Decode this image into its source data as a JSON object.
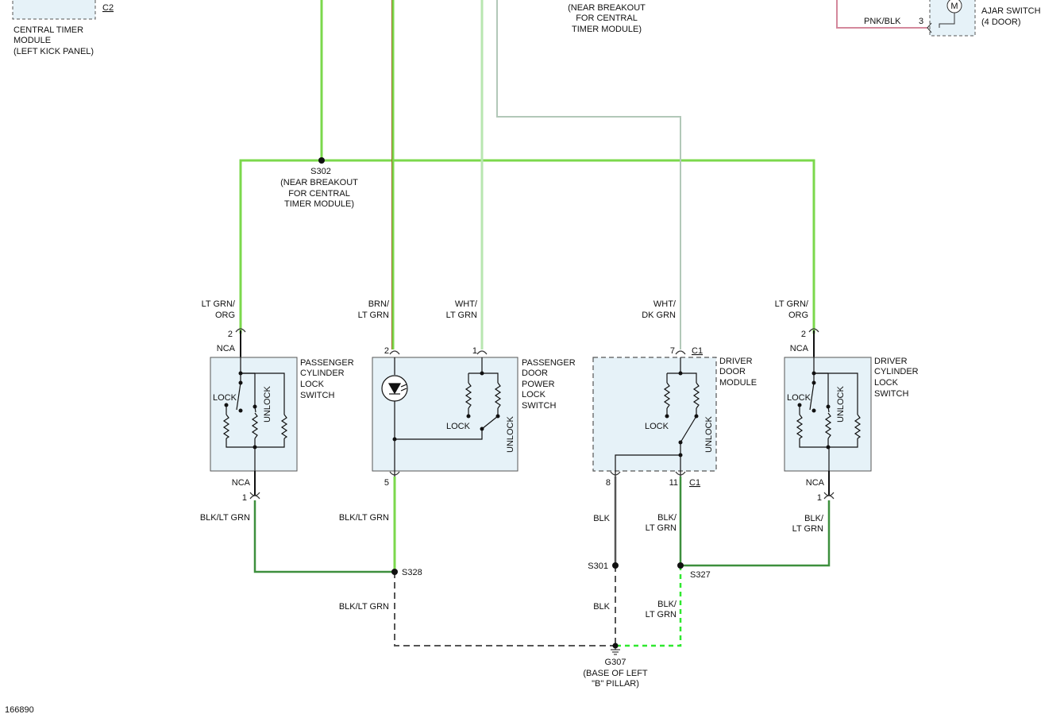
{
  "diagram_id": "166890",
  "colors": {
    "wire_green": "#7bd84c",
    "wire_pale_green": "#b8e6b0",
    "wire_gray": "#9ab0a0",
    "wire_brown": "#9a6b22",
    "wire_dark_green": "#3d8f3d",
    "wire_black": "#555555",
    "wire_pink": "#d4889c",
    "wire_bright_green_dashed": "#2fe82f",
    "component_fill": "#e6f2f8"
  },
  "top": {
    "ctm_connector": "C2",
    "ctm_label": [
      "CENTRAL TIMER",
      "MODULE",
      "(LEFT KICK PANEL)"
    ],
    "splice_top_note": [
      "(NEAR BREAKOUT",
      "FOR CENTRAL",
      "TIMER MODULE)"
    ],
    "ajar_wire": "PNK/BLK",
    "ajar_pin": "3",
    "ajar_label": [
      "AJAR SWITCH",
      "(4 DOOR)"
    ],
    "motor_symbol": "M"
  },
  "splices": {
    "s302": {
      "id": "S302",
      "note": [
        "(NEAR BREAKOUT",
        "FOR CENTRAL",
        "TIMER MODULE)"
      ]
    },
    "s328": "S328",
    "s301": "S301",
    "s327": "S327"
  },
  "ground": {
    "id": "G307",
    "note": [
      "(BASE OF LEFT",
      "\"B\" PILLAR)"
    ]
  },
  "passenger_cylinder": {
    "label": [
      "PASSENGER",
      "CYLINDER",
      "LOCK",
      "SWITCH"
    ],
    "wire_in": [
      "LT GRN/",
      "ORG"
    ],
    "pin_in": "2",
    "nca_in": "NCA",
    "lock": "LOCK",
    "unlock": "UNLOCK",
    "nca_out": "NCA",
    "pin_out": "1",
    "wire_out": "BLK/LT GRN"
  },
  "passenger_door": {
    "label": [
      "PASSENGER",
      "DOOR",
      "POWER",
      "LOCK",
      "SWITCH"
    ],
    "wire_a": [
      "BRN/",
      "LT GRN"
    ],
    "pin_a": "2",
    "wire_b": [
      "WHT/",
      "LT GRN"
    ],
    "pin_b": "1",
    "lock": "LOCK",
    "unlock": "UNLOCK",
    "pin_out": "5",
    "wire_out": "BLK/LT GRN",
    "wire_below_splice": "BLK/LT GRN"
  },
  "driver_door_module": {
    "label": [
      "DRIVER",
      "DOOR",
      "MODULE"
    ],
    "wire_in": [
      "WHT/",
      "DK GRN"
    ],
    "pin_in": "7",
    "connector": "C1",
    "lock": "LOCK",
    "unlock": "UNLOCK",
    "pin_gnd": "8",
    "wire_gnd": "BLK",
    "wire_gnd_below": "BLK",
    "pin_out": "11",
    "connector_out": "C1",
    "wire_out": [
      "BLK/",
      "LT GRN"
    ],
    "wire_out_below": [
      "BLK/",
      "LT GRN"
    ]
  },
  "driver_cylinder": {
    "label": [
      "DRIVER",
      "CYLINDER",
      "LOCK",
      "SWITCH"
    ],
    "wire_in": [
      "LT GRN/",
      "ORG"
    ],
    "pin_in": "2",
    "nca_in": "NCA",
    "lock": "LOCK",
    "unlock": "UNLOCK",
    "nca_out": "NCA",
    "pin_out": "1",
    "wire_out": [
      "BLK/",
      "LT GRN"
    ]
  }
}
